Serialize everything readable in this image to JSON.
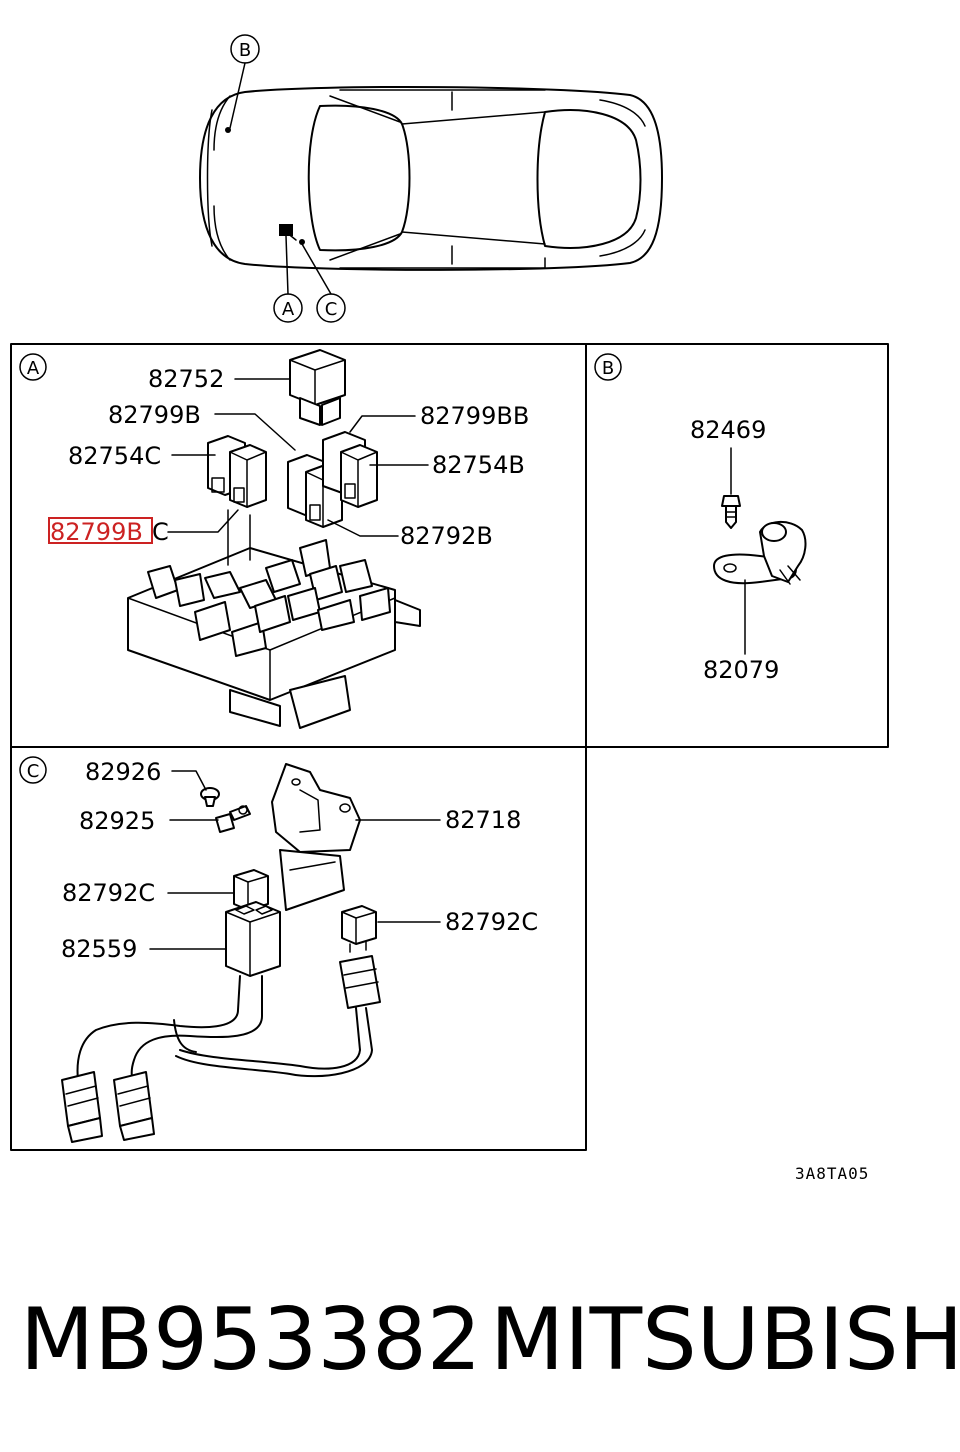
{
  "locator": {
    "marker_b": "B",
    "marker_a": "A",
    "marker_c": "C"
  },
  "panel_a": {
    "letter": "A",
    "labels": {
      "p82752": "82752",
      "p82799b": "82799B",
      "p82799bb": "82799BB",
      "p82754c": "82754C",
      "p82754b": "82754B",
      "p82799bc_highlight": "82799B",
      "p82799bc_suffix": "C",
      "p82792b": "82792B"
    },
    "highlight_color": "#cc2222"
  },
  "panel_b": {
    "letter": "B",
    "labels": {
      "p82469": "82469",
      "p82079": "82079"
    }
  },
  "panel_c": {
    "letter": "C",
    "labels": {
      "p82926": "82926",
      "p82925": "82925",
      "p82718": "82718",
      "p82792c_left": "82792C",
      "p82792c_right": "82792C",
      "p82559": "82559"
    }
  },
  "diagram_code": "3A8TA05",
  "footer": {
    "part_number": "MB953382",
    "brand": "MITSUBISHI"
  }
}
